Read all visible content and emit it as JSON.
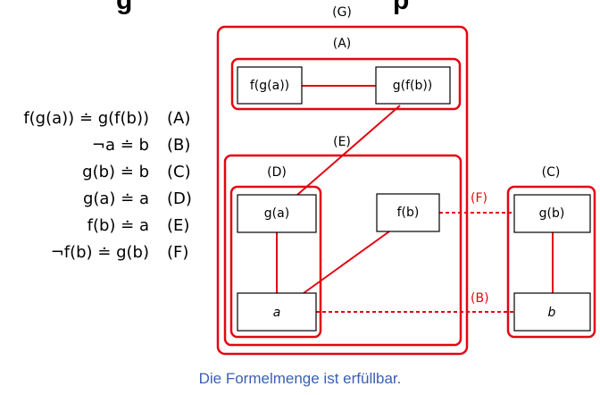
{
  "title_fragments": {
    "left": "g",
    "right": "p"
  },
  "formulas": [
    {
      "text": "f(g(a)) ≐ g(f(b))",
      "tag": "(A)"
    },
    {
      "text": "¬a ≐ b",
      "tag": "(B)"
    },
    {
      "text": "g(b) ≐ b",
      "tag": "(C)"
    },
    {
      "text": "g(a) ≐ a",
      "tag": "(D)"
    },
    {
      "text": "f(b) ≐ a",
      "tag": "(E)"
    },
    {
      "text": "¬f(b) ≐ g(b)",
      "tag": "(F)"
    }
  ],
  "groups": {
    "G": "(G)",
    "A": "(A)",
    "E": "(E)",
    "D": "(D)",
    "C": "(C)"
  },
  "nodes": {
    "fga": "f(g(a))",
    "gfb": "g(f(b))",
    "ga": "g(a)",
    "fb": "f(b)",
    "a": "a",
    "gb": "g(b)",
    "b": "b"
  },
  "edge_labels": {
    "F": "(F)",
    "B": "(B)"
  },
  "footer": "Die Formelmenge ist erfüllbar.",
  "colors": {
    "red": "#e30613",
    "footer_blue": "#3a5fb3"
  }
}
